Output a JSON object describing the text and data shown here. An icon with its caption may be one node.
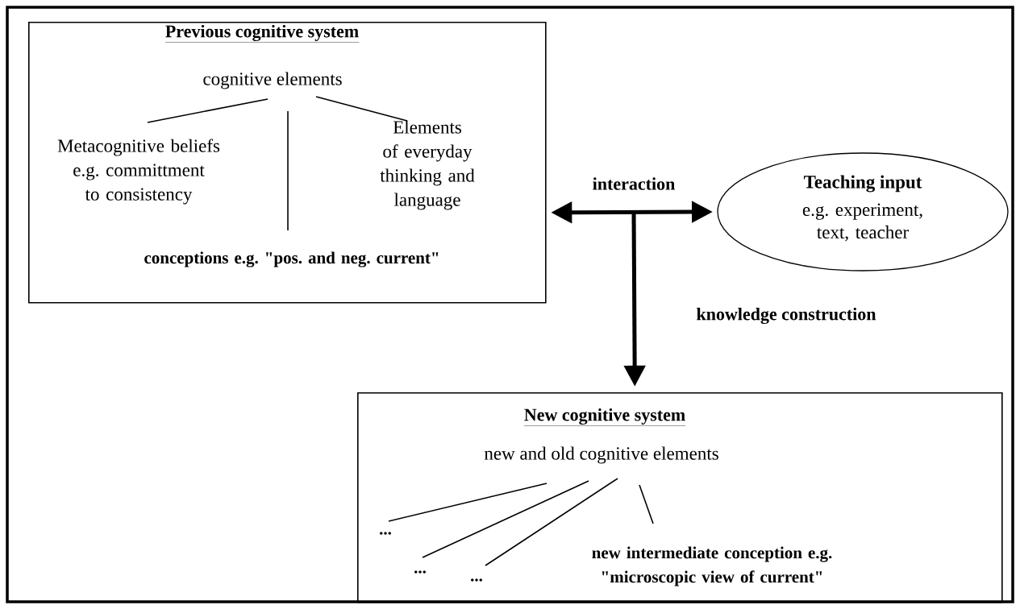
{
  "diagram": {
    "nodes": [
      {
        "text": [
          "Previous cognitive system"
        ]
      },
      {
        "text": [
          "cognitive elements"
        ],
        "in": 0
      },
      {
        "text": [
          "Metacognitive beliefs e.g. committment to consistency"
        ],
        "in": 0
      },
      {
        "text": [
          "Elements of everyday thinking and language"
        ],
        "in": 0
      },
      {
        "text": [
          "conceptions e.g. \"pos. and neg. current\""
        ],
        "in": 0
      },
      {
        "text": [
          "Teaching input",
          "e.g. experiment, text, teacher"
        ]
      },
      {
        "text": [
          "New cognitive system"
        ]
      },
      {
        "text": [
          "new and old cognitive elements"
        ],
        "in": 6
      },
      {
        "text": [
          "..."
        ],
        "in": 6
      },
      {
        "text": [
          "..."
        ],
        "in": 6
      },
      {
        "text": [
          "..."
        ],
        "in": 6
      },
      {
        "text": [
          "new intermediate conception e.g. \"microscopic view of current\""
        ],
        "in": 6
      }
    ],
    "edges": [
      {
        "from": 1,
        "to": 2,
        "arrow": "none"
      },
      {
        "from": 1,
        "to": 4,
        "arrow": "none"
      },
      {
        "from": 1,
        "to": 3,
        "arrow": "none"
      },
      {
        "from": 0,
        "to": 5,
        "arrow": "both",
        "label": "interaction",
        "style": "thick"
      },
      {
        "from": null,
        "to": 6,
        "arrow": "to",
        "label": "knowledge construction",
        "style": "thick"
      },
      {
        "from": 7,
        "to": 8,
        "arrow": "none"
      },
      {
        "from": 7,
        "to": 9,
        "arrow": "none"
      },
      {
        "from": 7,
        "to": 10,
        "arrow": "none"
      },
      {
        "from": 7,
        "to": 11,
        "arrow": "none"
      }
    ]
  }
}
